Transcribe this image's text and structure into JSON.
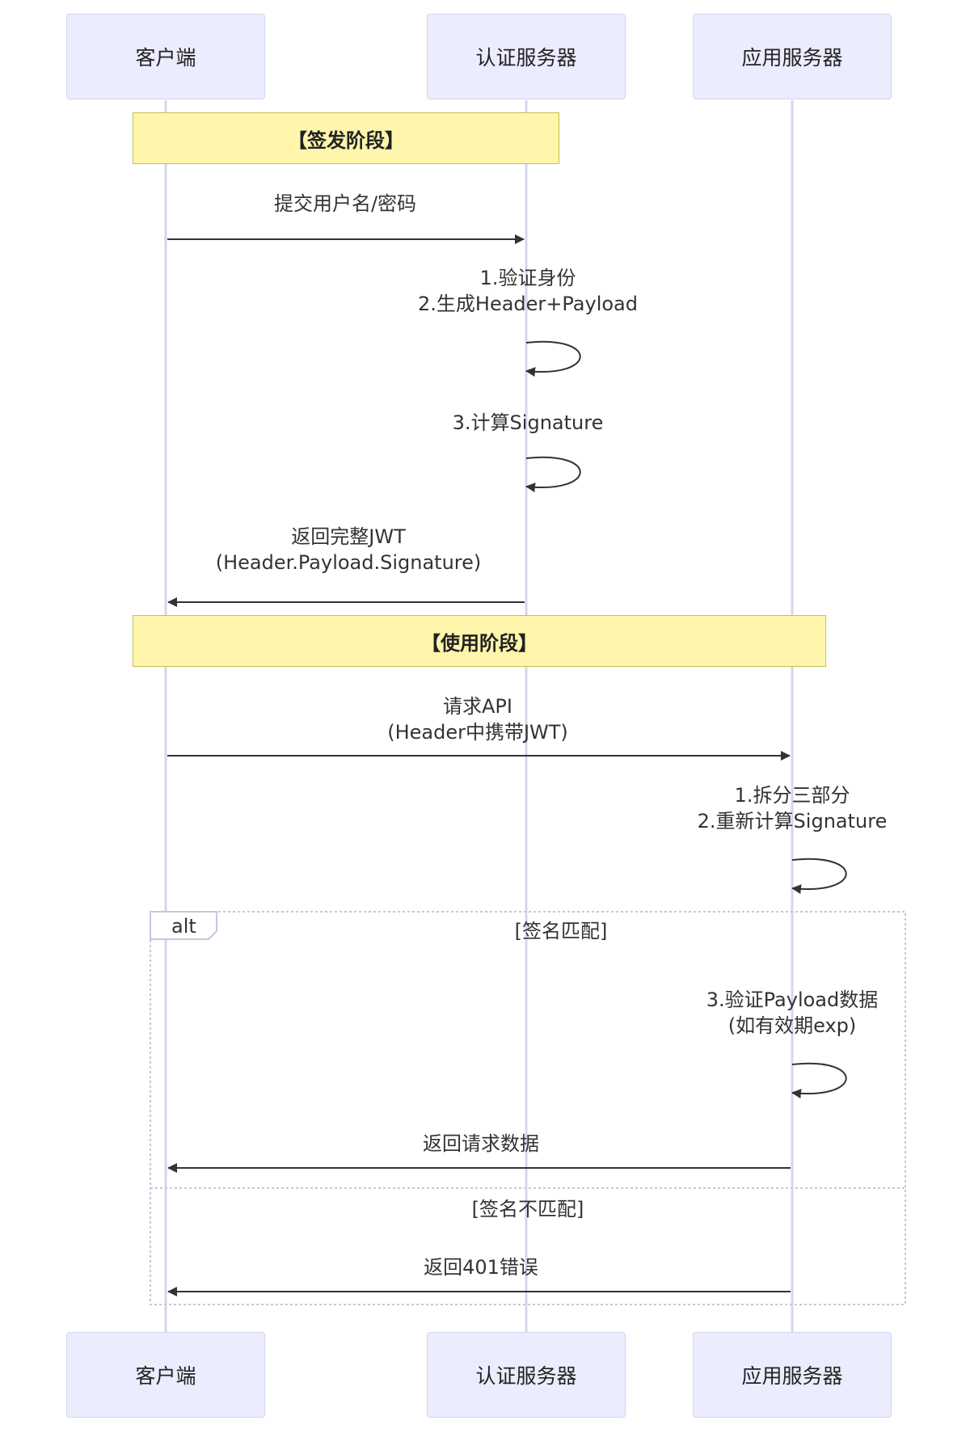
{
  "actors": [
    "客户端",
    "认证服务器",
    "应用服务器"
  ],
  "notes": {
    "issue": "【签发阶段】",
    "use": "【使用阶段】"
  },
  "messages": {
    "m1": "提交用户名/密码",
    "m2": "1.验证身份\n2.生成Header+Payload",
    "m3": "3.计算Signature",
    "m4": "返回完整JWT\n(Header.Payload.Signature)",
    "m5": "请求API\n(Header中携带JWT)",
    "m6": "1.拆分三部分\n2.重新计算Signature",
    "m7": "3.验证Payload数据\n(如有效期exp)",
    "m8": "返回请求数据",
    "m9": "返回401错误"
  },
  "alt": {
    "label": "alt",
    "guard_match": "[签名匹配]",
    "guard_mismatch": "[签名不匹配]"
  },
  "colors": {
    "actor_fill": "#ececff",
    "actor_border": "#d3d3ee",
    "note_fill": "#fff5ad",
    "note_border": "#c8c24a",
    "lifeline": "#d8d4ee",
    "arrow": "#333333"
  }
}
